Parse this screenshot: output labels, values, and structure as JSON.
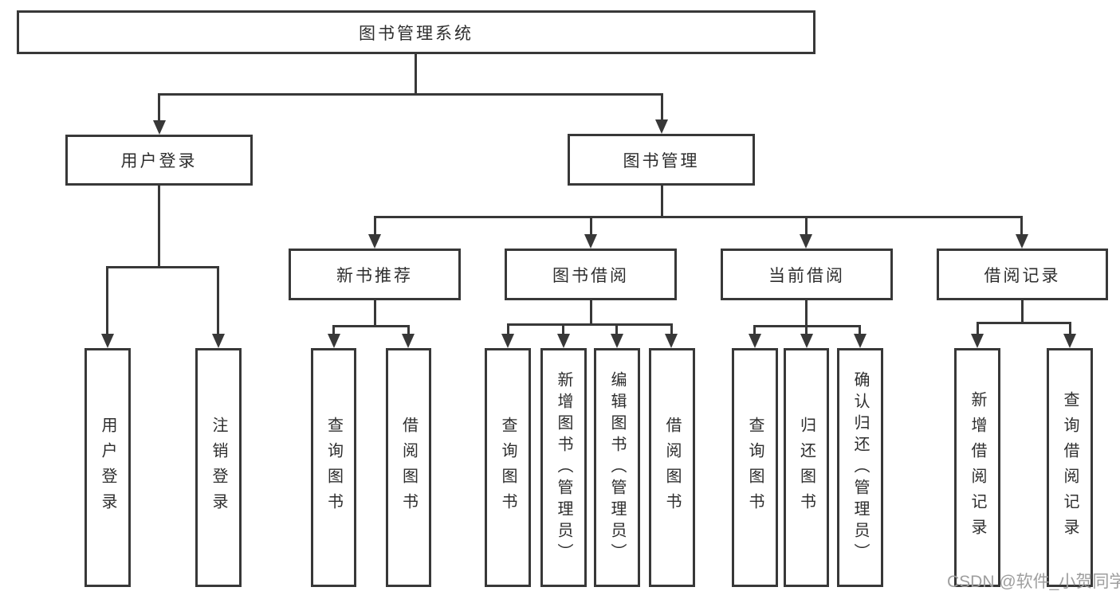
{
  "diagram": {
    "root": {
      "label": "图书管理系统"
    },
    "level2": [
      {
        "label": "用户登录"
      },
      {
        "label": "图书管理"
      }
    ],
    "level3": [
      {
        "label": "新书推荐"
      },
      {
        "label": "图书借阅"
      },
      {
        "label": "当前借阅"
      },
      {
        "label": "借阅记录"
      }
    ],
    "leaves": [
      {
        "label": "用户登录"
      },
      {
        "label": "注销登录"
      },
      {
        "label": "查询图书"
      },
      {
        "label": "借阅图书"
      },
      {
        "label": "查询图书"
      },
      {
        "label": "新增图书（管理员）"
      },
      {
        "label": "编辑图书（管理员）"
      },
      {
        "label": "借阅图书"
      },
      {
        "label": "查询图书"
      },
      {
        "label": "归还图书"
      },
      {
        "label": "确认归还（管理员）"
      },
      {
        "label": "新增借阅记录"
      },
      {
        "label": "查询借阅记录"
      }
    ]
  },
  "watermark": {
    "text": "CSDN @软件_小贺同学"
  },
  "colors": {
    "line": "#383838",
    "text": "#2e2e2e",
    "watermark": "#9e9e9e",
    "background": "#ffffff"
  }
}
